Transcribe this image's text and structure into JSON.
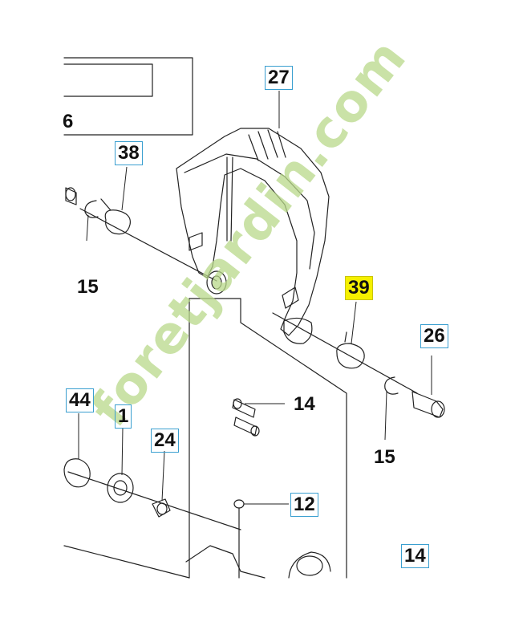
{
  "callouts": {
    "c27": "27",
    "c6": "6",
    "c38": "38",
    "c15a": "15",
    "c39": "39",
    "c26": "26",
    "c44": "44",
    "c1": "1",
    "c24": "24",
    "c14a": "14",
    "c15b": "15",
    "c12": "12",
    "c14b": "14"
  },
  "watermark": {
    "text": "foretjardin.com",
    "color_green": "#b9d98a",
    "color_grey": "#c9c2b8"
  },
  "colors": {
    "line": "#222222",
    "box_border": "#3a9fd0",
    "highlight": "#f5f000"
  }
}
